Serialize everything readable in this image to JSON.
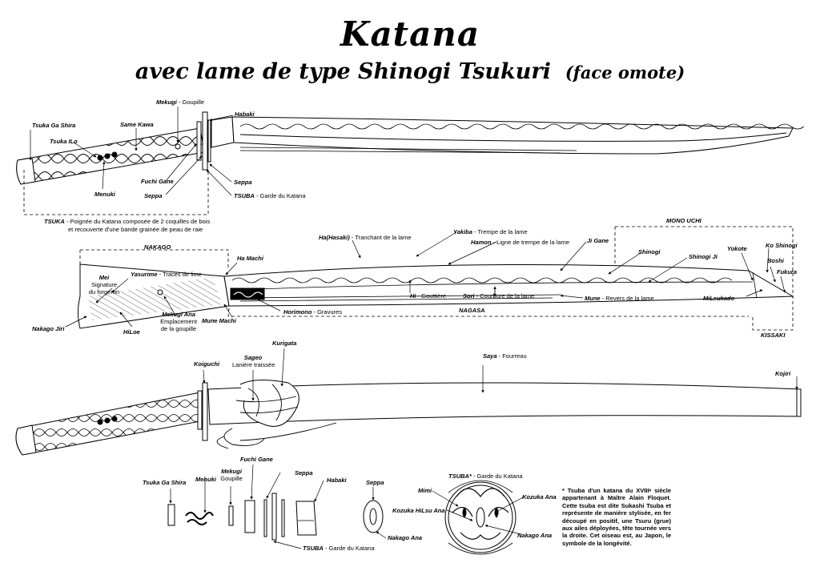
{
  "title": "Katana",
  "subtitle": "avec lame de type Shinogi Tsukuri",
  "subtitle_suffix": "(face omote)",
  "labels": {
    "tsuka_ga_shira": "Tsuka Ga Shira",
    "tsuka_ito": "Tsuka ILo",
    "same_kawa": "Same Kawa",
    "mekugi": "Mekugi",
    "mekugi_desc": "- Goupille",
    "habaki": "Habaki",
    "menuki": "Menuki",
    "fuchi_gane": "Fuchi Gane",
    "seppa": "Seppa",
    "seppa_r": "Seppa",
    "tsuba": "TSUBA",
    "tsuba_desc": "- Garde du Katana",
    "tsuka": "TSUKA",
    "tsuka_desc1": "- Poignée du Katana composée de 2 coquilles de bois",
    "tsuka_desc2": "et recouverte d'une bande grainée de peau de raie",
    "nakago": "NAKAGO",
    "ha_machi": "Ha Machi",
    "hahasaki": "Ha(Hasaki)",
    "hahasaki_desc": "- Tranchant de la lame",
    "yakiba": "Yakiba",
    "yakiba_desc": "- Trempe de la lame",
    "hamon": "Hamon",
    "hamon_desc": "- Ligne de trempe de la lame",
    "ji_gane": "Ji Gane",
    "mono_uchi": "MONO UCHI",
    "shinogi": "Shinogi",
    "shinogi_ji": "Shinogi Ji",
    "yokote": "Yokote",
    "ko_shinogi": "Ko Shinogi",
    "boshi": "Boshi",
    "fukura": "Fukura",
    "mei": "Mei",
    "mei_desc1": "Signature",
    "mei_desc2": "du forgeron",
    "yasurime": "Yasurime",
    "yasurime_desc": "- Traces de lime",
    "mekugi_ana": "Mekugi Ana",
    "mekugi_ana_desc1": "Emplacement",
    "mekugi_ana_desc2": "de la goupille",
    "nakago_jiri": "Nakago Jiri",
    "hitoe": "HiLoe",
    "mune_machi": "Mune Machi",
    "horimono": "Horimono",
    "horimono_desc": "- Gravures",
    "hi": "Hi",
    "hi_desc": "- Gouttière",
    "sori": "Sori",
    "sori_desc": "- Courbure de la lame",
    "nagasa": "NAGASA",
    "mune": "Mune",
    "mune_desc": "- Revers de la lame",
    "mitsukado": "MiLsukado",
    "kissaki": "KISSAKI",
    "koiguchi": "Koiguchi",
    "sageo": "Sageo",
    "sageo_desc": "Lanière traissée",
    "kurigata": "Kurigata",
    "saya": "Saya",
    "saya_desc": "- Fourreau",
    "kojiri": "Kojiri",
    "p_fuchi_gane": "Fuchi Gane",
    "p_mekugi": "Mekugi",
    "p_mekugi_desc": "Goupille",
    "p_seppa": "Seppa",
    "p_habaki": "Habaki",
    "p_seppa2": "Seppa",
    "p_tsuka_ga_shira": "Tsuka Ga Shira",
    "p_menuki": "Menuki",
    "p_tsuba": "TSUBA",
    "p_tsuba_desc": "- Garde du Katana",
    "p_nakago_ana": "Nakago Ana",
    "t_tsuba": "TSUBA*",
    "t_tsuba_desc": "- Garde du Katana",
    "t_mimi": "Mimi",
    "t_kozuka_hitsu_ana": "Kozuka HiLsu Ana",
    "t_kozuka_ana": "Kozuka Ana",
    "t_nakago_ana": "Nakago Ana"
  },
  "note": "* Tsuba d'un katana du XVIIIᵉ siècle appartenant à Maître Alain Floquet. Cette tsuba est dite Sukashi Tsuba et représente de manière stylisée, en fer découpé en positif, une Tsuru (grue) aux ailes déployées, tête tournée vers la droite. Cet oiseau est, au Japon, le symbole de la longévité."
}
